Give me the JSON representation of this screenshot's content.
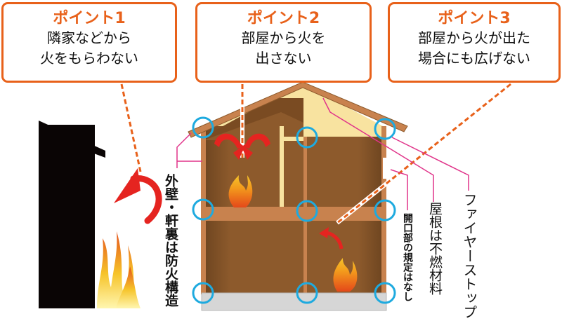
{
  "colors": {
    "accent_orange": "#e8611a",
    "leader_pink": "#e0348a",
    "joint_circle_blue": "#1eaadf",
    "arrow_red": "#e52420",
    "wood_frame": "#c8824e",
    "wall_interior": "#8d5a2c",
    "attic_insulation": "#f8e3a0",
    "foundation_gray": "#d6d6d6",
    "neighbor_building": "#0a0505"
  },
  "points": [
    {
      "title": "ポイント1",
      "lines": [
        "隣家などから",
        "火をもらわない"
      ]
    },
    {
      "title": "ポイント2",
      "lines": [
        "部屋から火を",
        "出さない"
      ]
    },
    {
      "title": "ポイント3",
      "lines": [
        "部屋から火が出た",
        "場合にも広げない"
      ]
    }
  ],
  "labels": {
    "exterior_wall": "外壁・軒裏は防火構造",
    "openings": "開口部の規定はなし",
    "roof": "屋根は不燃材料",
    "firestop": "ファイヤーストップ"
  },
  "icons": {
    "joint_marker": "circle-outline",
    "fire": "flame",
    "arrow": "curved-arrow"
  }
}
